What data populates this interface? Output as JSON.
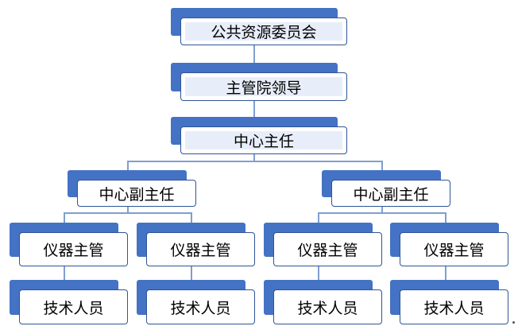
{
  "diagram": {
    "committee": "公共资源委员会",
    "leader": "主管院领导",
    "director": "中心主任",
    "deputies": [
      {
        "title": "中心副主任",
        "managers": [
          {
            "title": "仪器主管",
            "staff": "技术人员"
          },
          {
            "title": "仪器主管",
            "staff": "技术人员"
          }
        ]
      },
      {
        "title": "中心副主任",
        "managers": [
          {
            "title": "仪器主管",
            "staff": "技术人员"
          },
          {
            "title": "仪器主管",
            "staff": "技术人员"
          }
        ]
      }
    ]
  },
  "colors": {
    "shadow": "#4472c4",
    "border": "#2e5597",
    "fill": "#e8eef9",
    "line": "#7f9fd0"
  }
}
